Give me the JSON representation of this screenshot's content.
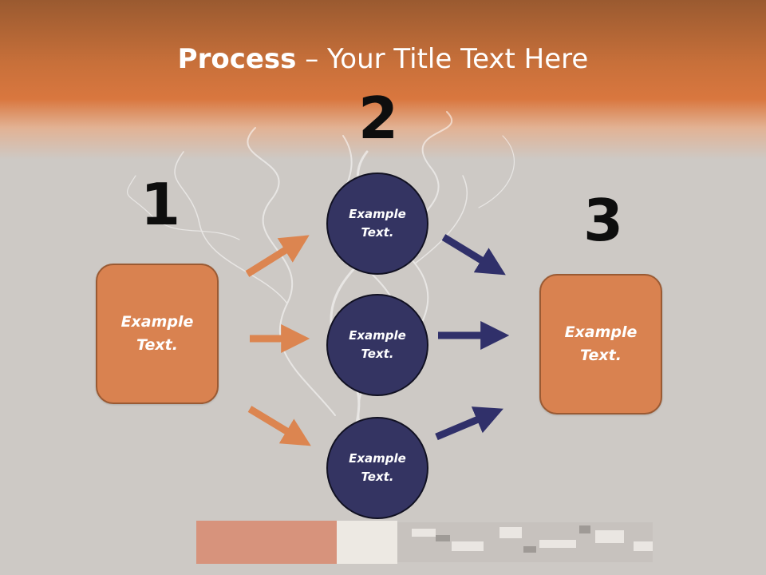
{
  "slide": {
    "title_bold": "Process",
    "title_dash": " – ",
    "title_rest": "Your Title Text Here"
  },
  "steps": {
    "step1_number": "1",
    "step2_number": "2",
    "step3_number": "3"
  },
  "boxes": {
    "left": "Example Text.",
    "right": "Example Text."
  },
  "circles": {
    "top": "Example Text.",
    "middle": "Example Text.",
    "bottom": "Example Text."
  },
  "colors": {
    "header": "#d9773f",
    "box_fill": "#d98250",
    "circle_fill": "#343462",
    "orange_arrow": "#dc8550",
    "navy_arrow": "#30306a",
    "background": "#cdc9c5"
  }
}
